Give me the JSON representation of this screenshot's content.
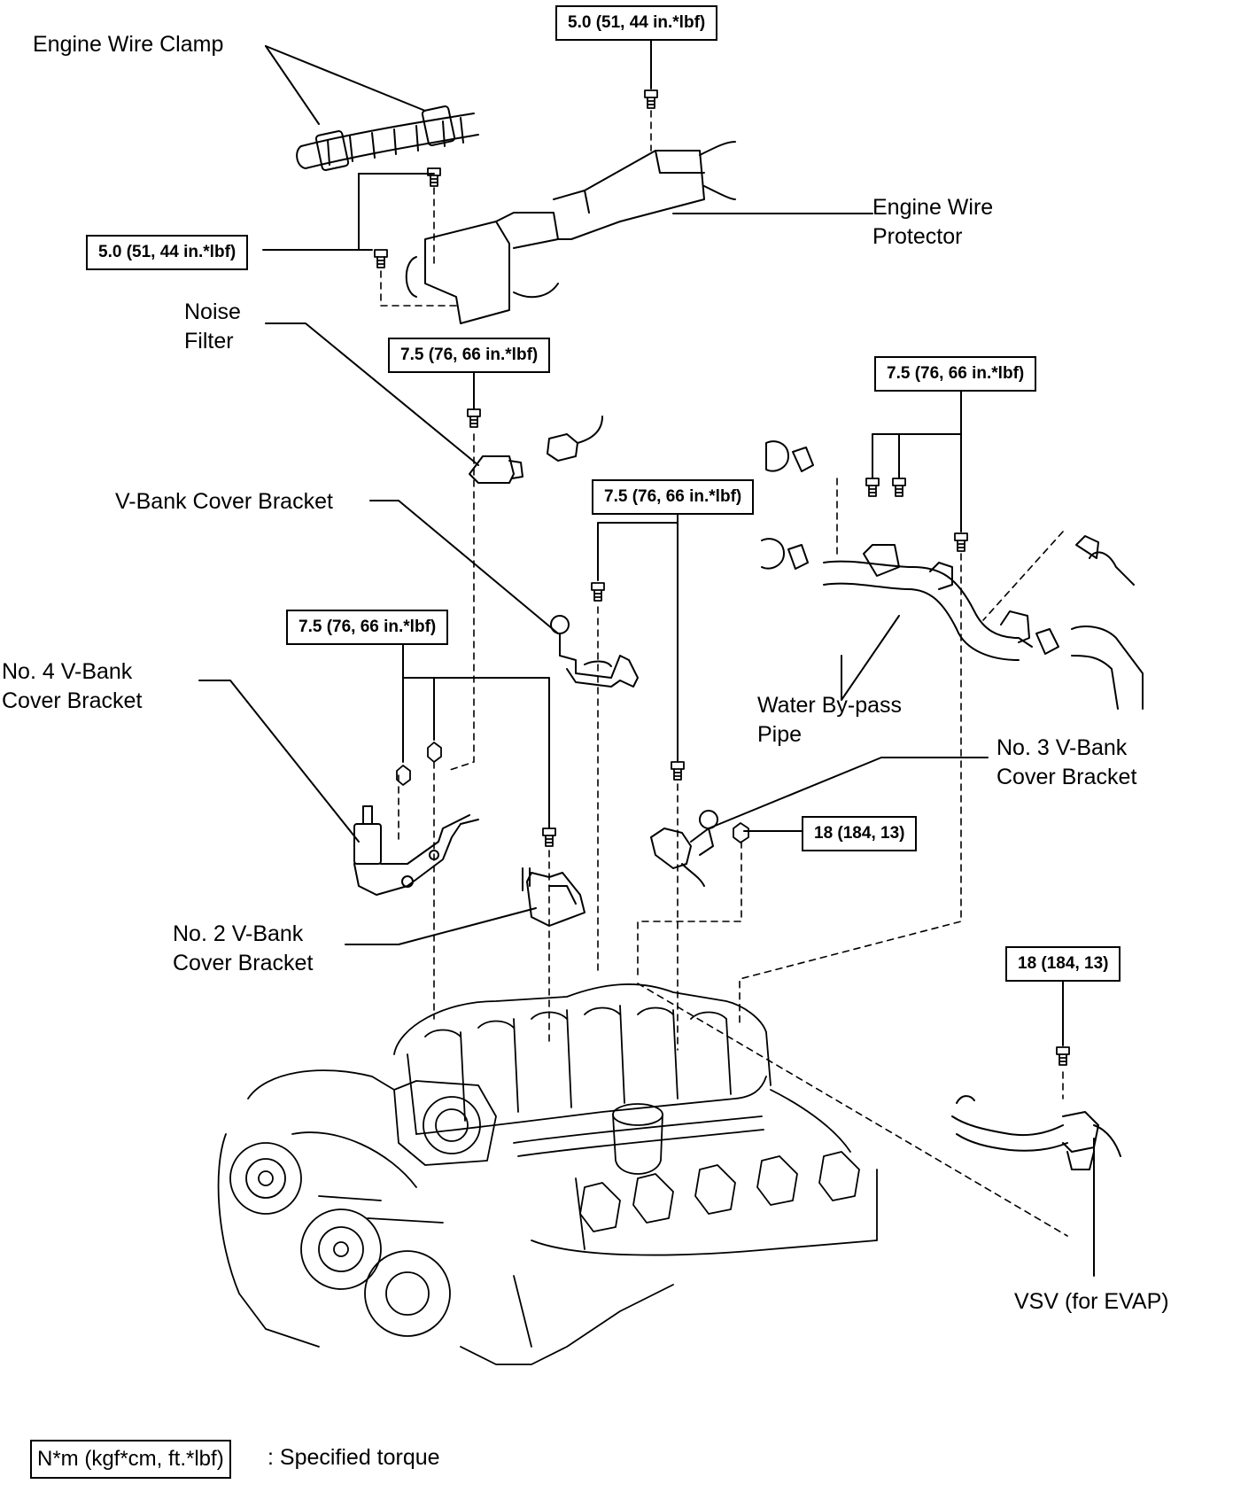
{
  "labels": {
    "engine_wire_clamp": "Engine Wire Clamp",
    "engine_wire_protector_1": "Engine Wire",
    "engine_wire_protector_2": "Protector",
    "noise_filter_1": "Noise",
    "noise_filter_2": "Filter",
    "v_bank_cover_bracket": "V-Bank Cover Bracket",
    "no4_1": "No. 4 V-Bank",
    "no4_2": "Cover Bracket",
    "water_bypass_1": "Water By-pass",
    "water_bypass_2": "Pipe",
    "no3_1": "No. 3 V-Bank",
    "no3_2": "Cover Bracket",
    "no2_1": "No. 2 V-Bank",
    "no2_2": "Cover Bracket",
    "vsv": "VSV (for EVAP)"
  },
  "torques": {
    "t1": "5.0 (51, 44 in.*lbf)",
    "t2": "5.0 (51, 44 in.*lbf)",
    "t3": "7.5 (76, 66 in.*lbf)",
    "t4": "7.5 (76, 66 in.*lbf)",
    "t5": "7.5 (76, 66 in.*lbf)",
    "t6": "7.5 (76, 66 in.*lbf)",
    "t7": "18 (184, 13)",
    "t8": "18 (184, 13)"
  },
  "legend": {
    "unit": "N*m (kgf*cm, ft.*lbf)",
    "text": ": Specified torque"
  }
}
